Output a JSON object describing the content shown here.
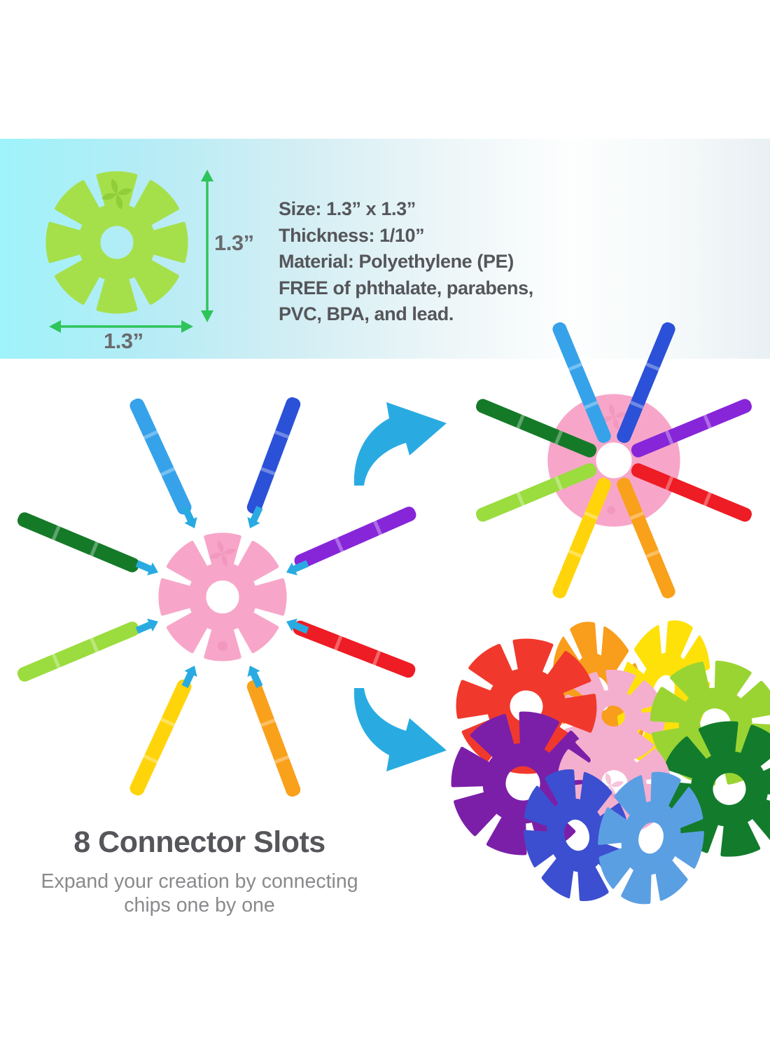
{
  "banner": {
    "spec_lines": [
      "Size: 1.3” x 1.3”",
      "Thickness: 1/10”",
      "Material: Polyethylene (PE)",
      "FREE of phthalate, parabens,",
      "PVC, BPA, and lead."
    ],
    "height_label": "1.3”",
    "width_label": "1.3”"
  },
  "caption": {
    "title": "8 Connector Slots",
    "subtitle_line1": "Expand your creation by connecting",
    "subtitle_line2": "chips one by one"
  },
  "diagram": {
    "center_chip_color_name": "pink",
    "connecting_chips": [
      "sky-blue",
      "royal-blue",
      "dark-green",
      "purple",
      "lime-green",
      "red",
      "yellow",
      "orange"
    ],
    "slot_count": 8
  },
  "icons": {
    "curved_arrow_top": "curved-arrow-right-up",
    "curved_arrow_bottom": "curved-arrow-right-down",
    "insert_arrow": "inward-pointing-arrow",
    "pinwheel_logo": "pinwheel-engraving",
    "dimension_arrow": "double-headed-arrow"
  },
  "palette": {
    "banner_cyan": "#9ff3fa",
    "green_chip": "#a5e04a",
    "green_chip_engraving": "#7fbf2e",
    "dimension_green": "#2fc45a",
    "pink_chip": "#f7a6c9",
    "pink_engraving": "#ee8db8",
    "sky_blue_chip": "#36a2ea",
    "royal_blue_chip": "#2b51d8",
    "dark_green_chip": "#157a28",
    "purple_chip": "#8726d9",
    "lime_chip": "#9bdc3e",
    "red_chip": "#ee1c24",
    "yellow_chip": "#ffd40a",
    "orange_chip": "#f9a11b",
    "cluster_red": "#f0392c",
    "cluster_orange": "#f99d1c",
    "cluster_yellow": "#ffe10a",
    "cluster_lime": "#9ad433",
    "cluster_dark_green": "#127c2c",
    "cluster_purple": "#7b1fa8",
    "cluster_deep_blue": "#3c4fd0",
    "cluster_light_blue": "#5b9fe3",
    "cluster_pink": "#f4afce",
    "arrow_cyan": "#29abe2",
    "text_dark": "#55565a",
    "text_gray": "#8a8a8d"
  }
}
